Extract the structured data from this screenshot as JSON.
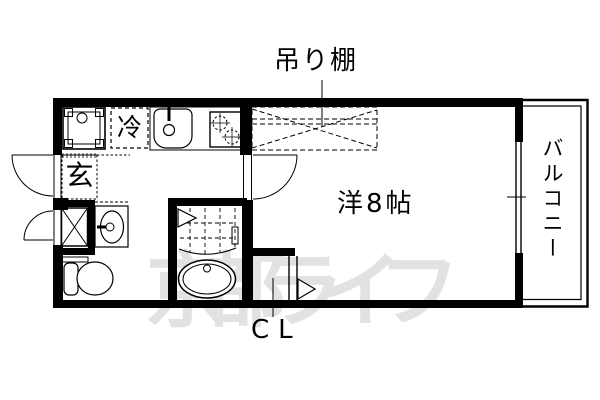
{
  "floorplan": {
    "title": "apartment-floorplan",
    "labels": {
      "hanging_shelf": "吊り棚",
      "main_room": "洋8帖",
      "closet": "CL",
      "balcony": "バルコニー",
      "entrance": "玄",
      "refrigerator": "冷"
    },
    "watermark": {
      "text": "京都ライフ",
      "color": "#e2e2e2"
    },
    "colors": {
      "line": "#000000",
      "background": "#ffffff"
    },
    "fixtures": [
      "washing-machine-pan",
      "refrigerator",
      "kitchen-sink",
      "gas-stove",
      "hanging-shelf",
      "entrance-step",
      "pipe-space",
      "washbasin",
      "toilet",
      "bathtub",
      "shower-tile-floor",
      "closet-folding-door",
      "bath-folding-door",
      "entrance-door",
      "washroom-door",
      "room-door",
      "sliding-window",
      "balcony"
    ]
  }
}
